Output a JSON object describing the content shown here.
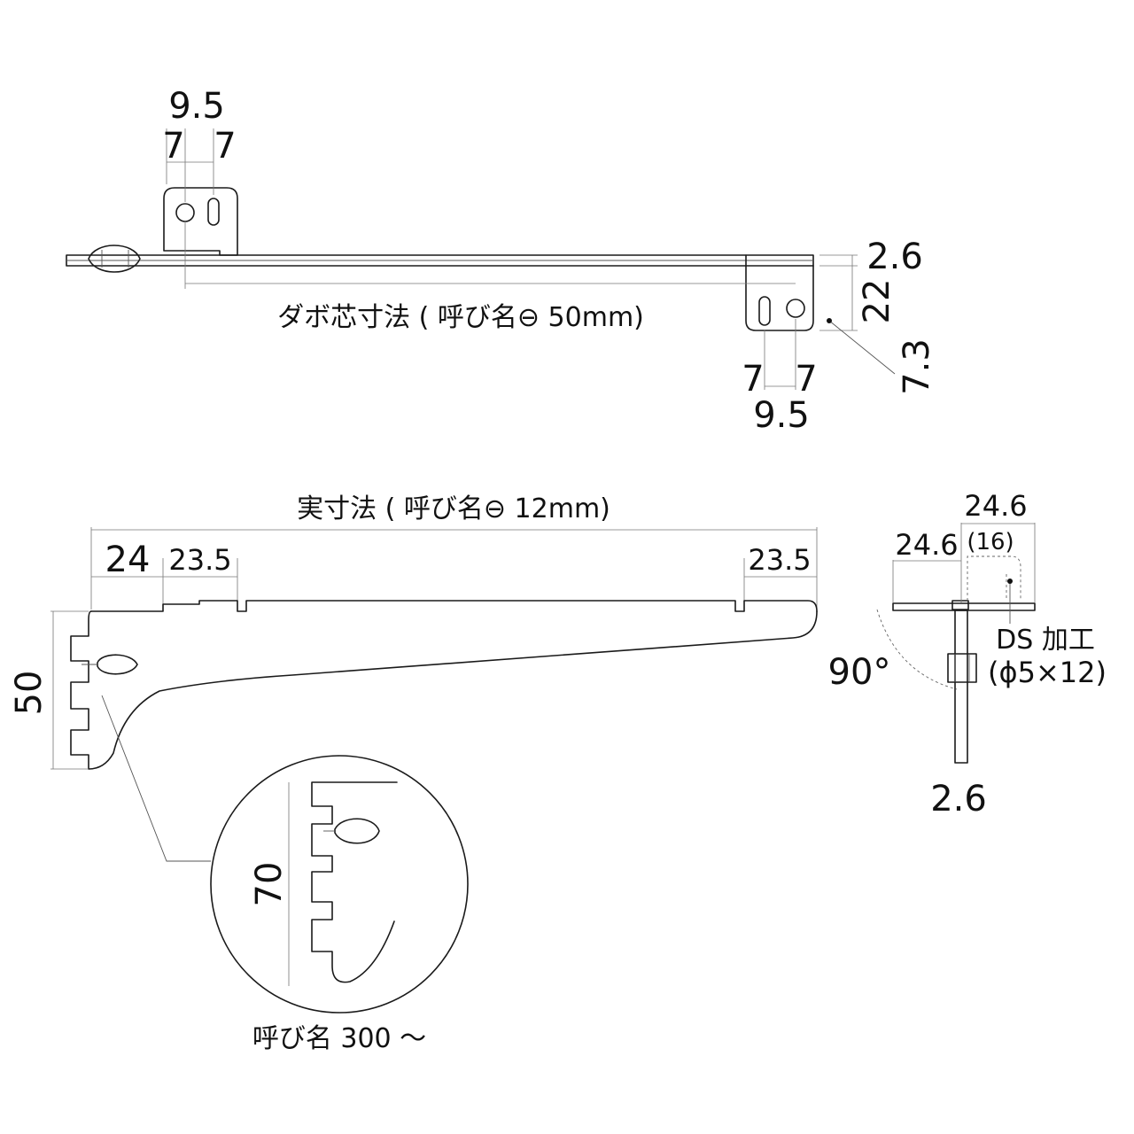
{
  "top_view": {
    "left_tab": {
      "dim_total": "9.5",
      "dim_left": "7",
      "dim_right": "7"
    },
    "right_tab": {
      "dim_left": "7",
      "dim_right": "7",
      "dim_total": "9.5"
    },
    "dim_thickness": "2.6",
    "dim_height": "22",
    "dim_offset": "7.3",
    "pin_center_label": "ダボ芯寸法 ( 呼び名⊖ 50mm)"
  },
  "side_view": {
    "real_size_label": "実寸法 ( 呼び名⊖ 12mm)",
    "dim_left": "24",
    "dim_left_tab": "23.5",
    "dim_right_tab": "23.5",
    "dim_height": "50"
  },
  "end_view": {
    "dim_outer": "24.6",
    "dim_inner": "24.6",
    "dim_paren": "(16)",
    "angle": "90°",
    "process_label": "DS 加工",
    "process_spec": "(ϕ5×12)",
    "dim_thickness": "2.6"
  },
  "detail": {
    "dim_height": "70",
    "caption": "呼び名 300 ～"
  }
}
